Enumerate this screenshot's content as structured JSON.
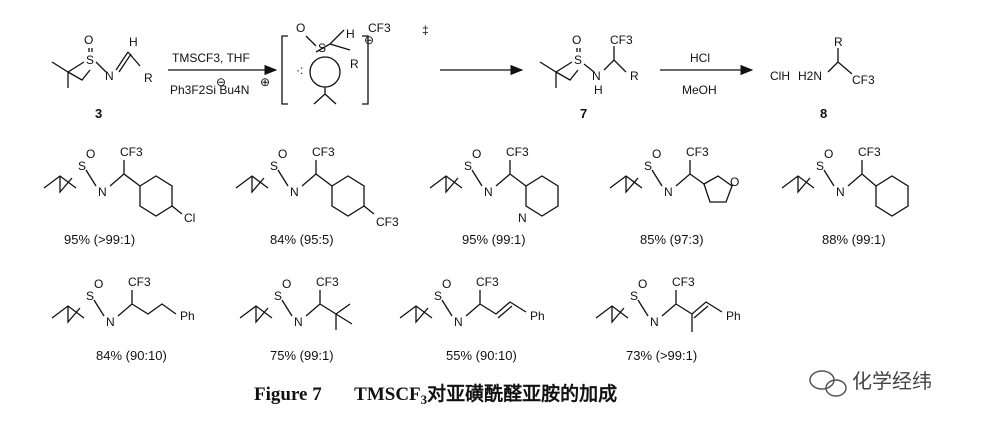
{
  "scheme": {
    "compounds": {
      "imine": "3",
      "amide": "7",
      "amine": "8"
    },
    "reagents_top": "TMSCF3, THF",
    "reagents_bottom": "Ph3F2Si Bu4N",
    "step2_top": "HCl",
    "step2_bottom": "MeOH",
    "ts_symbol": "‡",
    "labels": {
      "S": "S",
      "O": "O",
      "N": "N",
      "NH": "N",
      "H": "H",
      "R": "R",
      "CF3": "CF3",
      "ClH": "ClH",
      "H2N": "H2N",
      "Cl": "Cl",
      "Ph": "Ph",
      "minus": "⊖",
      "plus": "⊕"
    }
  },
  "substrates": [
    {
      "yield_text": "95% (>99:1)"
    },
    {
      "yield_text": "84% (95:5)"
    },
    {
      "yield_text": "95% (99:1)"
    },
    {
      "yield_text": "85% (97:3)"
    },
    {
      "yield_text": "88% (99:1)"
    },
    {
      "yield_text": "84% (90:10)"
    },
    {
      "yield_text": "75% (99:1)"
    },
    {
      "yield_text": "55% (90:10)"
    },
    {
      "yield_text": "73% (>99:1)"
    }
  ],
  "caption": {
    "figure_label": "Figure 7",
    "reagent": "TMSCF",
    "reagent_sub": "3",
    "title_cn": "对亚磺酰醛亚胺的加成"
  },
  "watermark": {
    "text": "化学经纬",
    "icon": "wechat-icon"
  }
}
